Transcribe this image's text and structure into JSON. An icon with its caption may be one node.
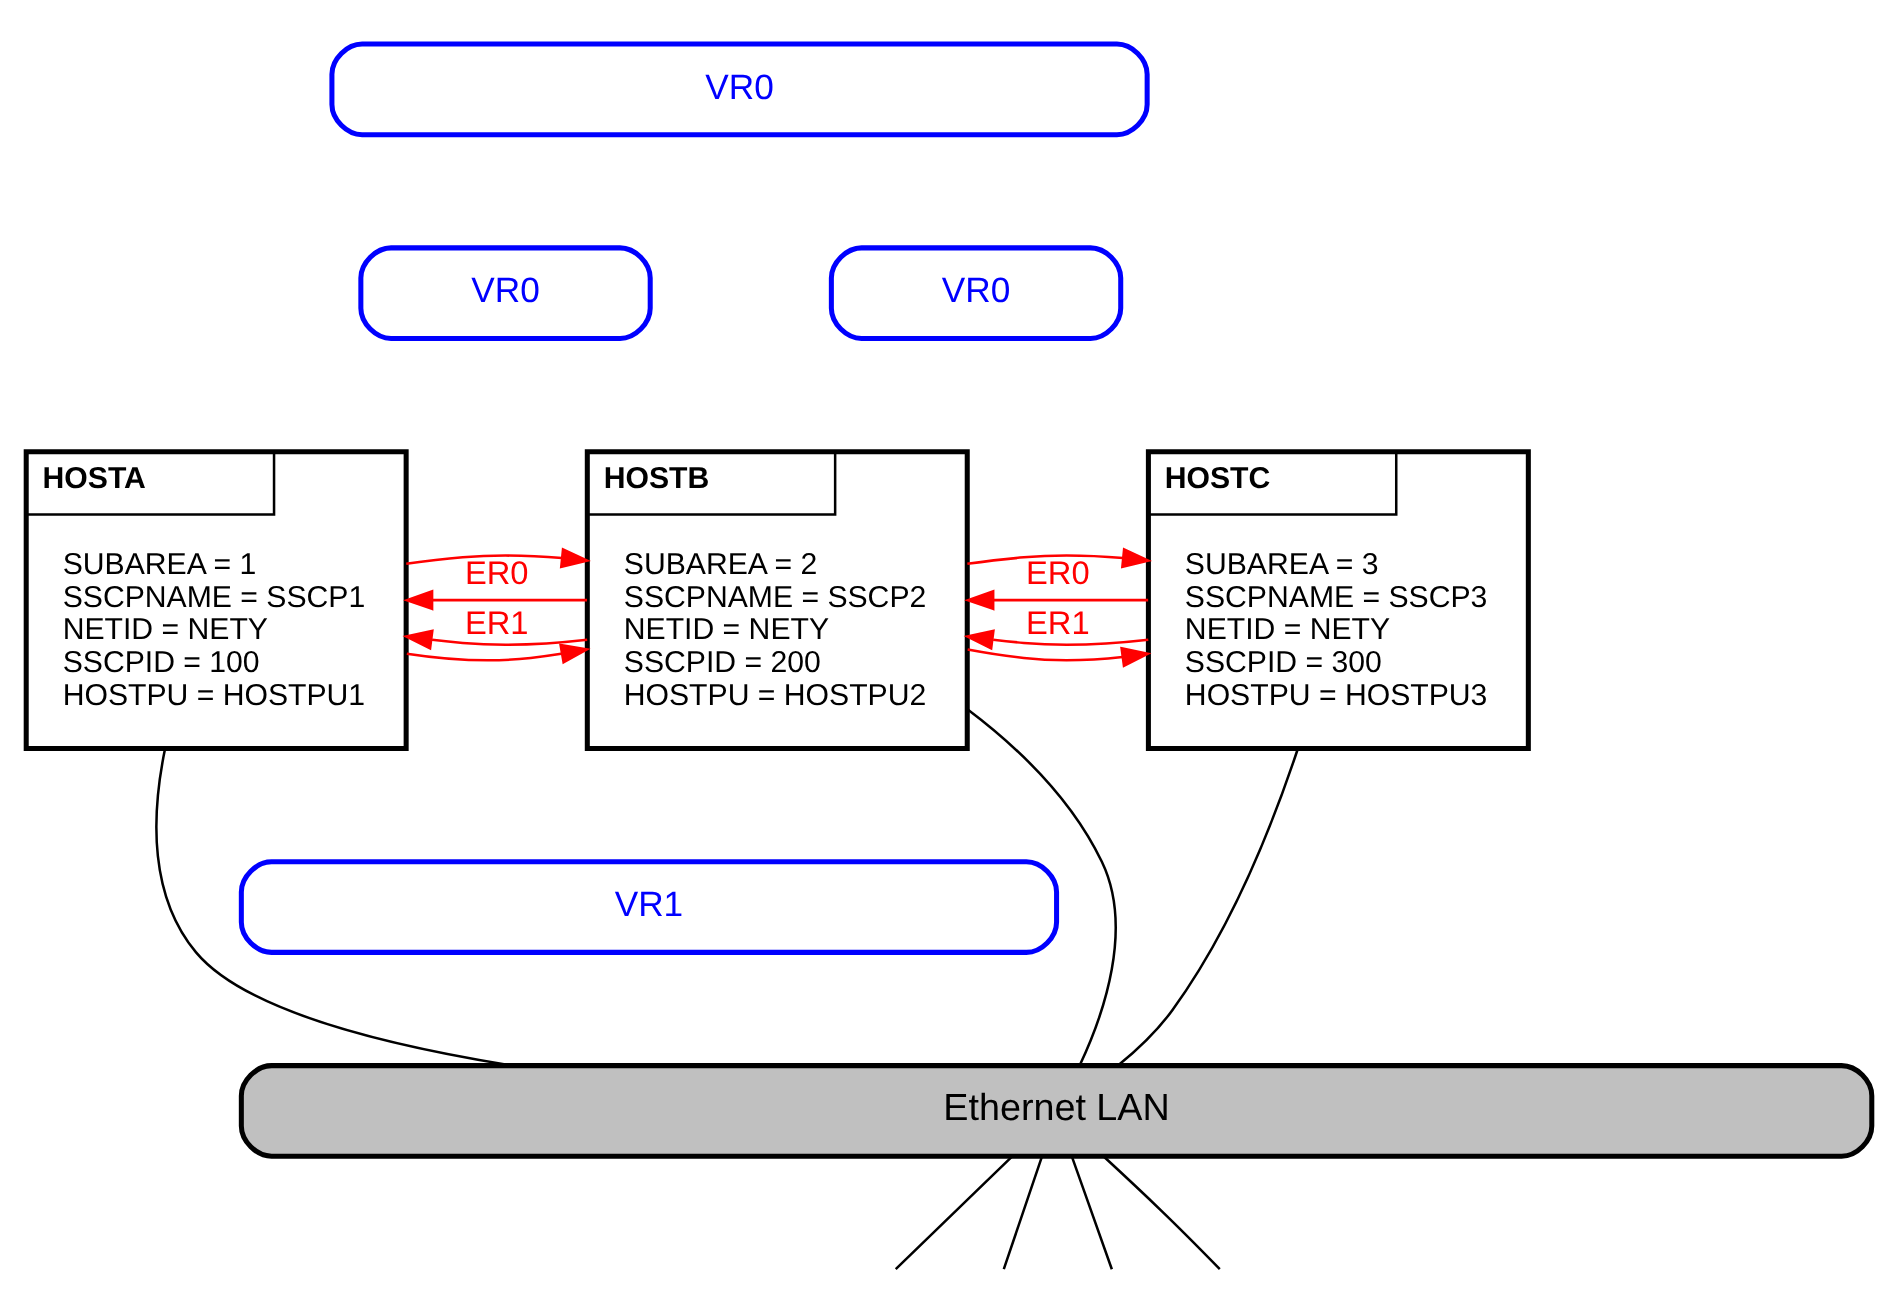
{
  "diagram": {
    "nodes": [
      {
        "text": [
          "HOSTA",
          "SUBAREA = 1",
          "SSCPNAME = SSCP1",
          "NETID = NETY",
          "SSCPID = 100",
          "HOSTPU = HOSTPU1"
        ]
      },
      {
        "text": [
          "HOSTB",
          "SUBAREA = 2",
          "SSCPNAME = SSCP2",
          "NETID = NETY",
          "SSCPID = 200",
          "HOSTPU = HOSTPU2"
        ]
      },
      {
        "text": [
          "HOSTC",
          "SUBAREA = 3",
          "SSCPNAME = SSCP3",
          "NETID = NETY",
          "SSCPID = 300",
          "HOSTPU = HOSTPU3"
        ]
      },
      {
        "text": [
          "VR0"
        ]
      },
      {
        "text": [
          "VR0"
        ]
      },
      {
        "text": [
          "VR0"
        ]
      },
      {
        "text": [
          "VR1"
        ]
      },
      {
        "text": [
          "Ethernet LAN"
        ]
      }
    ],
    "edges": [
      {
        "from": 1,
        "to": 0,
        "arrow": "to",
        "label": "ER0",
        "color": "#ff0000"
      },
      {
        "from": 0,
        "to": 1,
        "arrow": "to",
        "color": "#ff0000"
      },
      {
        "from": 1,
        "to": 0,
        "arrow": "to",
        "label": "ER1",
        "color": "#ff0000"
      },
      {
        "from": 0,
        "to": 1,
        "arrow": "to",
        "color": "#ff0000"
      },
      {
        "from": 2,
        "to": 1,
        "arrow": "to",
        "label": "ER0",
        "color": "#ff0000"
      },
      {
        "from": 1,
        "to": 2,
        "arrow": "to",
        "color": "#ff0000"
      },
      {
        "from": 2,
        "to": 1,
        "arrow": "to",
        "label": "ER1",
        "color": "#ff0000"
      },
      {
        "from": 1,
        "to": 2,
        "arrow": "to",
        "color": "#ff0000"
      },
      {
        "from": 0,
        "to": 7,
        "arrow": "none",
        "color": "#000000"
      },
      {
        "from": 1,
        "to": 7,
        "arrow": "none",
        "color": "#000000"
      },
      {
        "from": 2,
        "to": 7,
        "arrow": "none",
        "color": "#000000"
      },
      {
        "from": 7,
        "to": null,
        "arrow": "none",
        "color": "#000000"
      },
      {
        "from": 7,
        "to": null,
        "arrow": "none",
        "color": "#000000"
      },
      {
        "from": 7,
        "to": null,
        "arrow": "none",
        "color": "#000000"
      },
      {
        "from": 7,
        "to": null,
        "arrow": "none",
        "color": "#000000"
      }
    ]
  }
}
